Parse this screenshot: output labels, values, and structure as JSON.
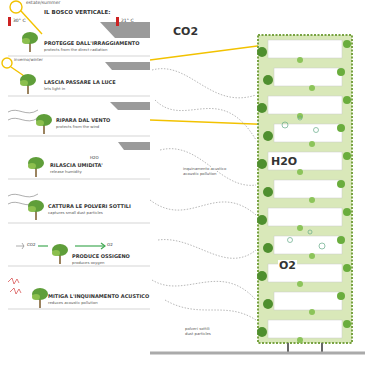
{
  "diagram": {
    "title": "IL BOSCO VERTICALE:",
    "labels": [
      "estate/summer",
      "30° C",
      "21° C",
      "PROTEGGE DALL'IRRAGGIAMENTO",
      "protects from the direct radiation",
      "inverno/winter",
      "LASCIA PASSARE LA LUCE",
      "lets light in",
      "RIPARA  DAL VENTO",
      "protects from the wind",
      "H2O",
      "RILASCIA UMIDITA'",
      "release humidity",
      "CATTURA LE POLVERI SOTTILI",
      "captures small dust particles",
      "CO2",
      "O2",
      "PRODUCE OSSIGENO",
      "produces oxygen",
      "MITIGA L'INQUINAMENTO ACUSTICO",
      "reduces acoustic pollution",
      "CO2",
      "H2O",
      "inquinamento acustico",
      "acoustic pollution",
      "O2",
      "polveri sottili",
      "dust particles"
    ]
  }
}
